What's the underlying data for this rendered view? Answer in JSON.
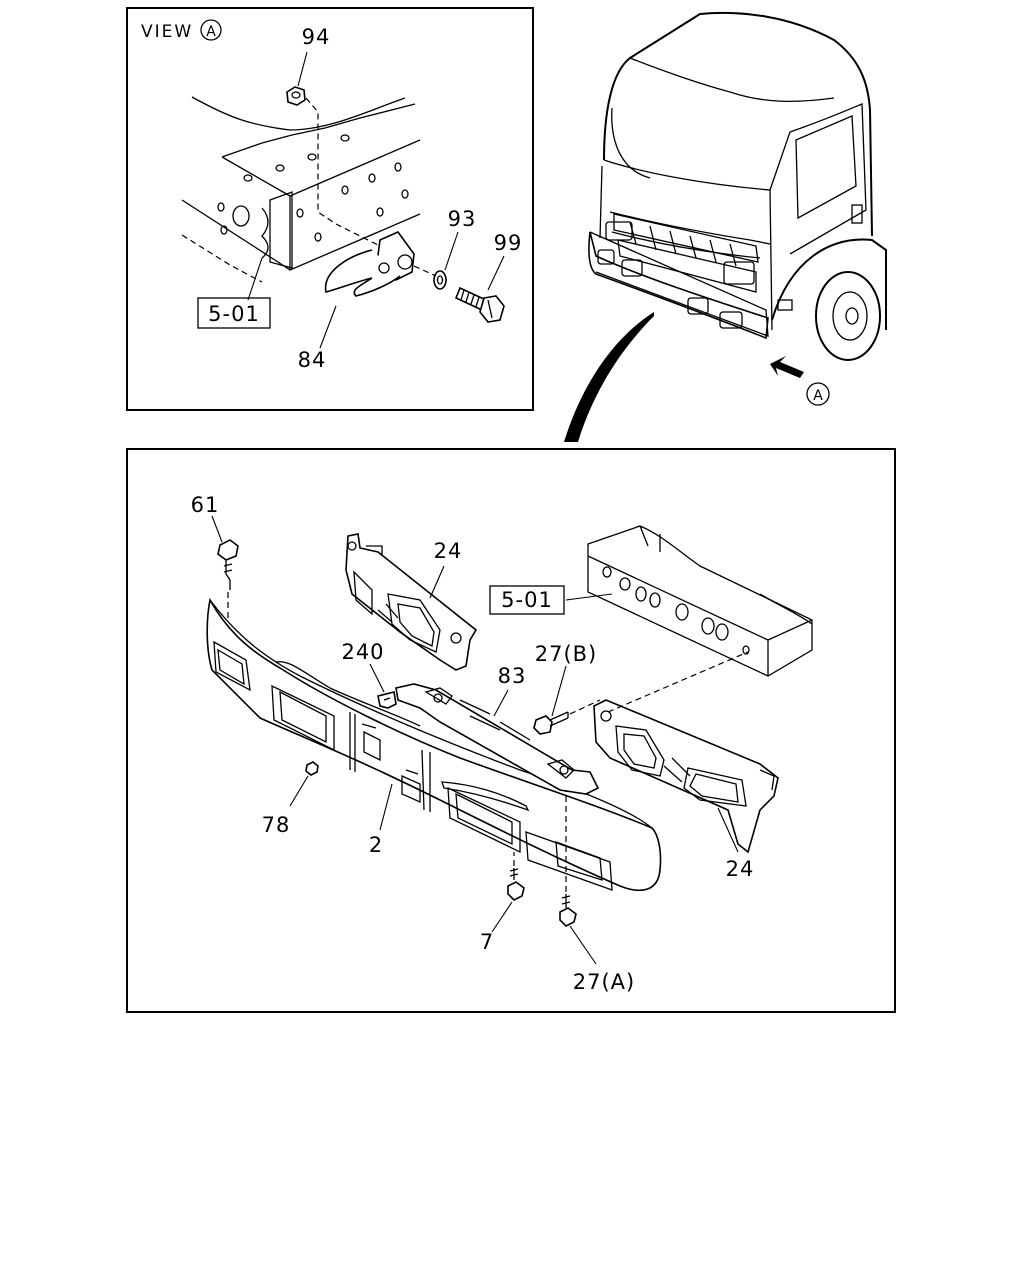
{
  "view_a": {
    "title": "VIEW",
    "circle_letter": "A",
    "callouts": {
      "c94": "94",
      "c93": "93",
      "c99": "99",
      "c84": "84"
    },
    "reference_box": "5-01"
  },
  "truck": {
    "arrow_label": "A"
  },
  "main": {
    "callouts": {
      "c61": "61",
      "c24_top": "24",
      "c240": "240",
      "c83": "83",
      "c27b": "27(B)",
      "c78": "78",
      "c2": "2",
      "c7": "7",
      "c27a": "27(A)",
      "c24_right": "24"
    },
    "reference_box": "5-01"
  }
}
